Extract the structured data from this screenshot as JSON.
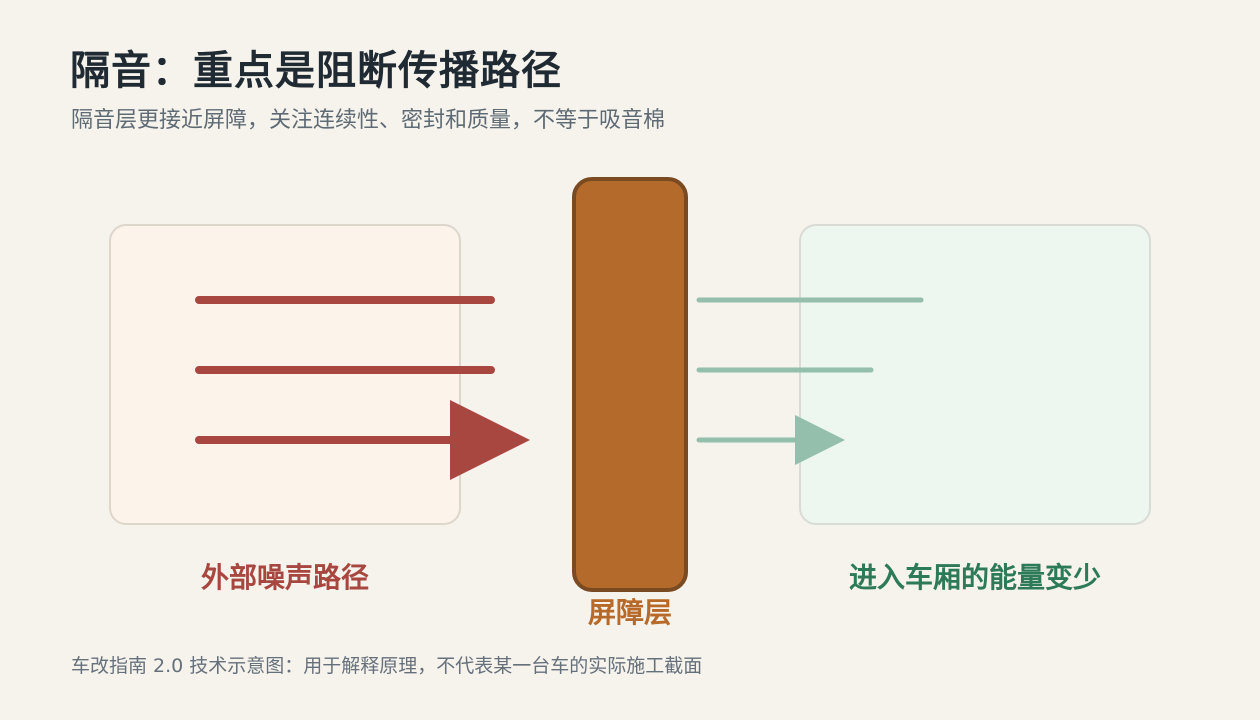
{
  "header": {
    "title": "隔音：重点是阻断传播路径",
    "subtitle": "隔音层更接近屏障，关注连续性、密封和质量，不等于吸音棉"
  },
  "diagram": {
    "outside_label": "外部噪声路径",
    "barrier_label": "屏障层",
    "inside_label": "进入车厢的能量变少"
  },
  "footer": {
    "note": "车改指南 2.0 技术示意图：用于解释原理，不代表某一台车的实际施工截面"
  },
  "colors": {
    "background": "#f6f3ed",
    "noise_red": "#a8473f",
    "barrier_brown": "#b36a2a",
    "barrier_border": "#7a4a22",
    "reduced_green": "#93bfac",
    "inside_label_green": "#2c7a57",
    "outside_box_fill": "#fcf3eb",
    "inside_box_fill": "#eef6f0"
  }
}
